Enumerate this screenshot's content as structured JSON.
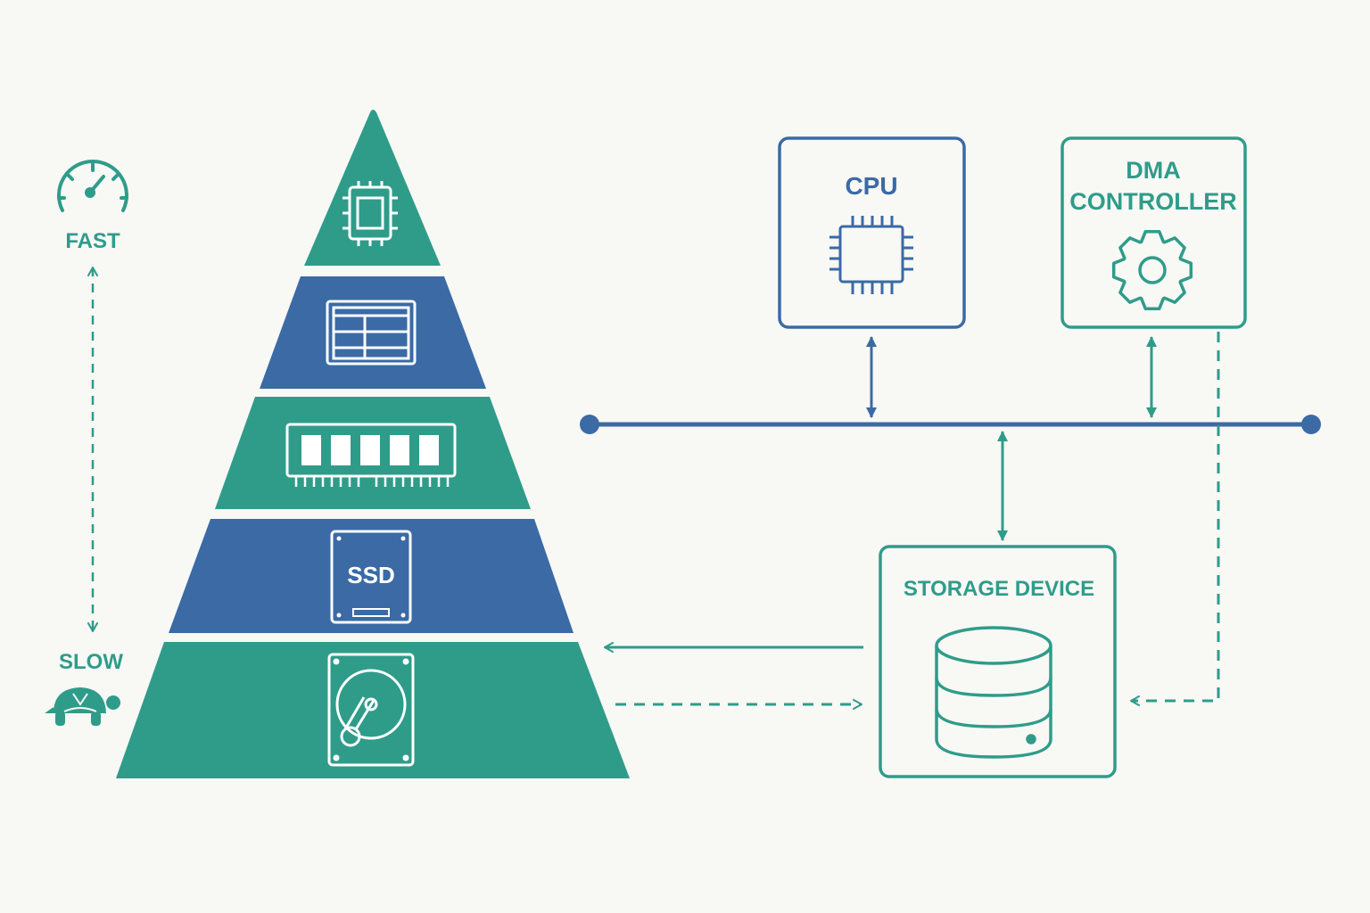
{
  "colors": {
    "teal": "#2f9c8a",
    "blue": "#3b6aa5",
    "background": "#f8f8f5",
    "icon_stroke": "#ffffff"
  },
  "speed_scale": {
    "fast_label": "FAST",
    "slow_label": "SLOW",
    "fast_icon": "speedometer-icon",
    "slow_icon": "turtle-icon"
  },
  "pyramid": {
    "levels": [
      {
        "icon": "cpu-chip-icon",
        "color": "teal"
      },
      {
        "icon": "cache-grid-icon",
        "color": "blue"
      },
      {
        "icon": "ram-module-icon",
        "color": "teal"
      },
      {
        "icon": "ssd-icon",
        "label": "SSD",
        "color": "blue"
      },
      {
        "icon": "hard-disk-icon",
        "color": "teal"
      }
    ]
  },
  "components": {
    "cpu": {
      "label": "CPU",
      "icon": "cpu-chip-icon",
      "color": "blue"
    },
    "dma": {
      "label_line1": "DMA",
      "label_line2": "CONTROLLER",
      "icon": "gear-icon",
      "color": "teal"
    },
    "storage": {
      "label": "STORAGE DEVICE",
      "icon": "database-icon",
      "color": "teal"
    }
  },
  "connections": [
    {
      "from": "cpu",
      "to": "system-bus",
      "style": "solid",
      "direction": "bidirectional"
    },
    {
      "from": "dma",
      "to": "system-bus",
      "style": "solid",
      "direction": "bidirectional"
    },
    {
      "from": "system-bus",
      "to": "storage",
      "style": "solid",
      "direction": "bidirectional"
    },
    {
      "from": "storage",
      "to": "pyramid",
      "style": "solid",
      "direction": "one-way"
    },
    {
      "from": "pyramid",
      "to": "storage",
      "style": "dashed",
      "direction": "one-way"
    },
    {
      "from": "dma",
      "to": "storage",
      "style": "dashed",
      "direction": "one-way"
    }
  ]
}
